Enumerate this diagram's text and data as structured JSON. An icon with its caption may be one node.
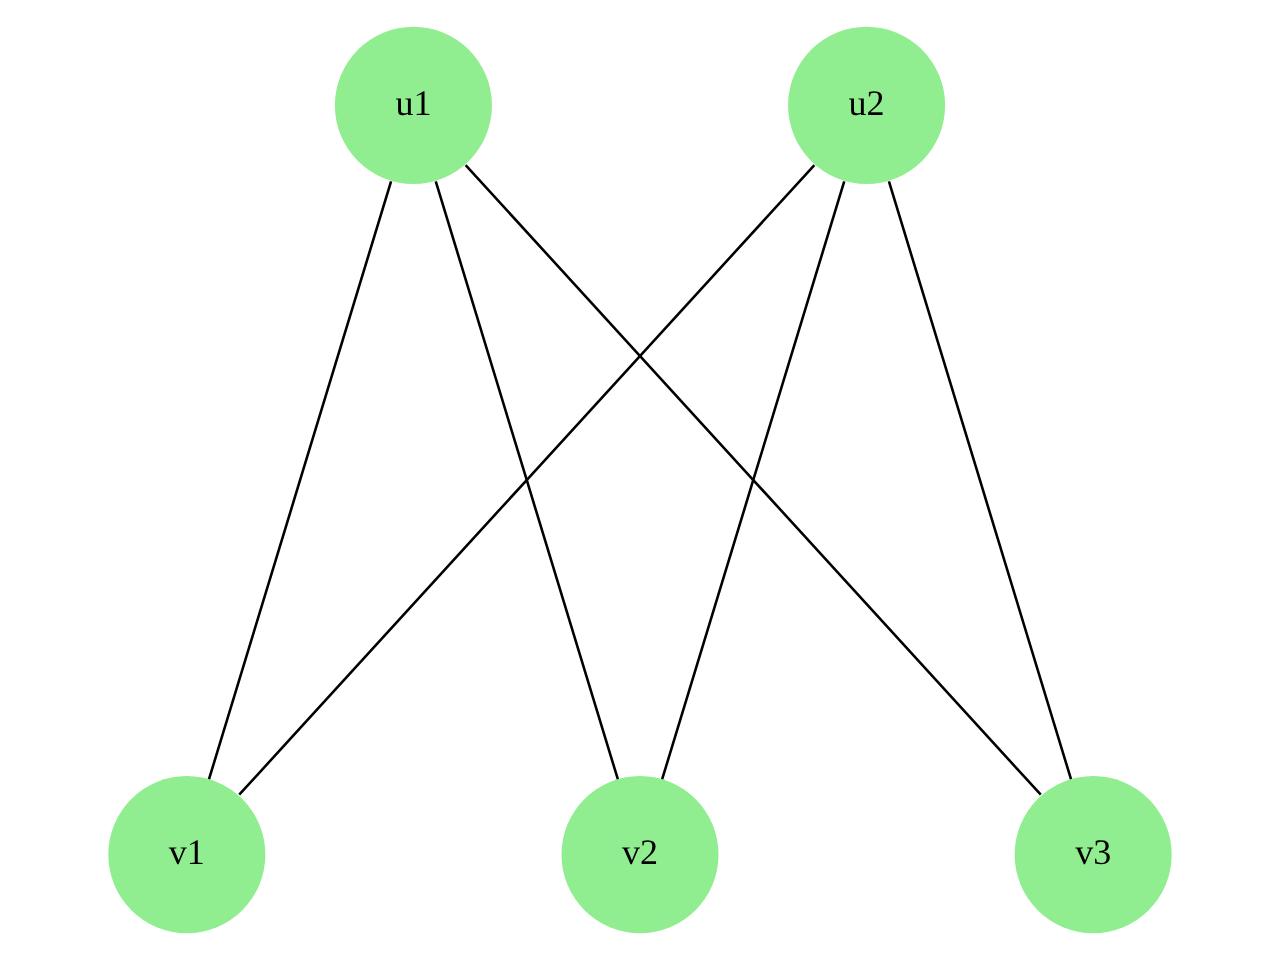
{
  "diagram": {
    "nodes": [
      {
        "text": [
          "u1"
        ]
      },
      {
        "text": [
          "u2"
        ]
      },
      {
        "text": [
          "v1"
        ]
      },
      {
        "text": [
          "v2"
        ]
      },
      {
        "text": [
          "v3"
        ]
      }
    ],
    "edges": [
      {
        "from": 0,
        "to": 2,
        "arrow": "none"
      },
      {
        "from": 0,
        "to": 3,
        "arrow": "none"
      },
      {
        "from": 0,
        "to": 4,
        "arrow": "none"
      },
      {
        "from": 1,
        "to": 2,
        "arrow": "none"
      },
      {
        "from": 1,
        "to": 3,
        "arrow": "none"
      },
      {
        "from": 1,
        "to": 4,
        "arrow": "none"
      }
    ]
  }
}
